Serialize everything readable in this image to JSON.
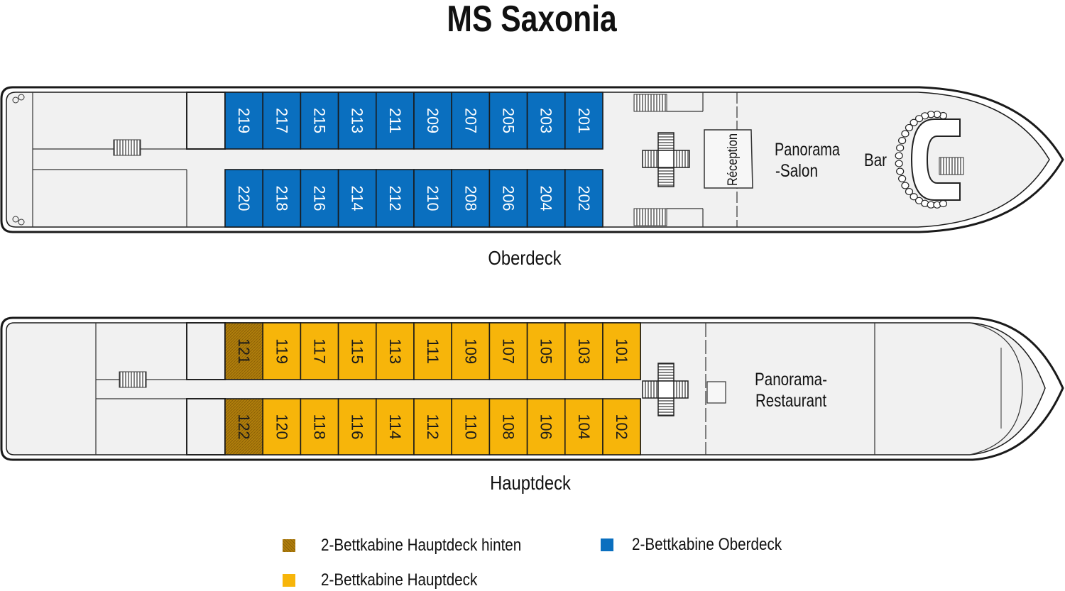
{
  "title": "MS Saxonia",
  "colors": {
    "oberdeck": "#0a6fbf",
    "hauptdeck": "#f7b50a",
    "hauptdeck_hinten": "#b07e0c",
    "hull_fill": "#f1f1f1",
    "outline": "#1a1a1a"
  },
  "decks": {
    "oberdeck": {
      "label": "Oberdeck",
      "cabins_top": [
        "219",
        "217",
        "215",
        "213",
        "211",
        "209",
        "207",
        "205",
        "203",
        "201"
      ],
      "cabins_bottom": [
        "220",
        "218",
        "216",
        "214",
        "212",
        "210",
        "208",
        "206",
        "204",
        "202"
      ],
      "reception": "Réception",
      "salon_line1": "Panorama",
      "salon_line2": "-Salon",
      "bar": "Bar"
    },
    "hauptdeck": {
      "label": "Hauptdeck",
      "cabins_top": [
        "121",
        "119",
        "117",
        "115",
        "113",
        "111",
        "109",
        "107",
        "105",
        "103",
        "101"
      ],
      "cabins_bottom": [
        "122",
        "120",
        "118",
        "116",
        "114",
        "112",
        "110",
        "108",
        "106",
        "104",
        "102"
      ],
      "restaurant_line1": "Panorama-",
      "restaurant_line2": "Restaurant"
    }
  },
  "legend": [
    {
      "label": "2-Bettkabine Hauptdeck hinten",
      "color": "#b07e0c",
      "icon": "hatched-square"
    },
    {
      "label": "2-Bettkabine Oberdeck",
      "color": "#0a6fbf",
      "icon": "square"
    },
    {
      "label": "2-Bettkabine Hauptdeck",
      "color": "#f7b50a",
      "icon": "square"
    }
  ]
}
